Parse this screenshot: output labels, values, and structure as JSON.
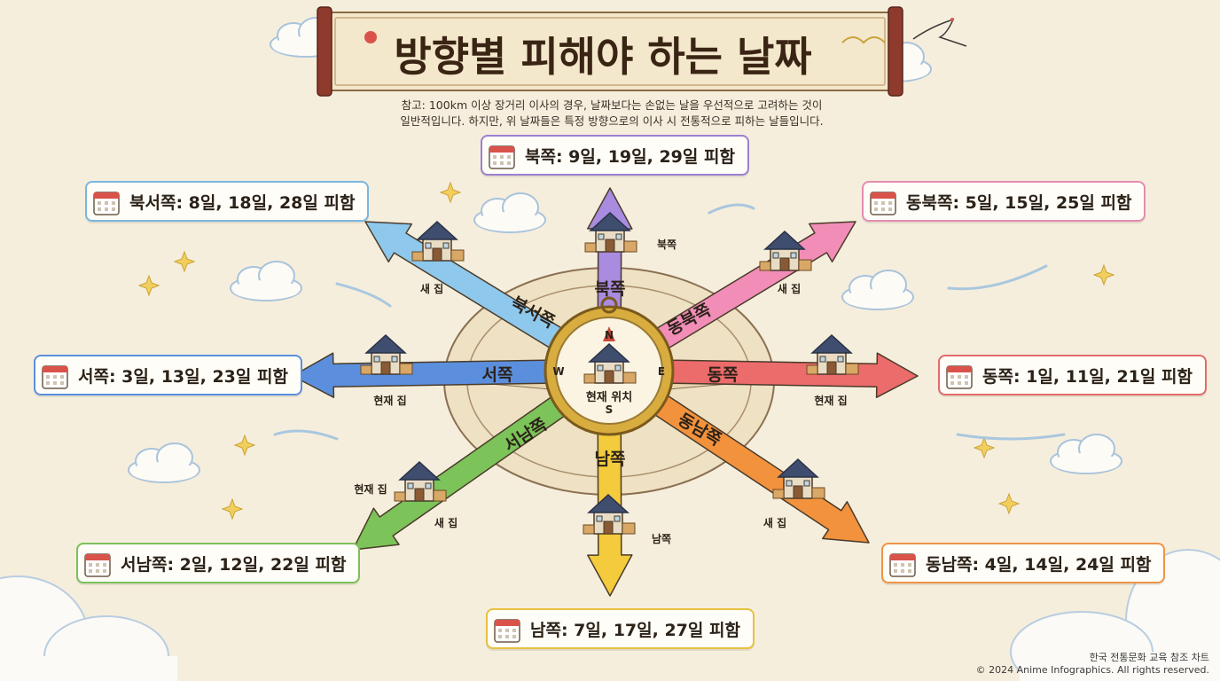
{
  "title": "방향별 피해야 하는 날짜",
  "note": {
    "line1": "참고: 100km 이상 장거리 이사의 경우, 날짜보다는 손없는 날을 우선적으로 고려하는 것이",
    "line2": "일반적입니다. 하지만, 위 날짜들은 특정 방향으로의 이사 시 전통적으로 피하는 날들입니다."
  },
  "compass": {
    "center_label": "현재 위치",
    "letters": {
      "n": "N",
      "e": "E",
      "w": "W",
      "s": "S"
    }
  },
  "directions": {
    "north": {
      "arrow_label": "북쪽",
      "house_label": "북쪽",
      "card": "북쪽: 9일, 19일, 29일 피함",
      "color": "#a98be0"
    },
    "northeast": {
      "arrow_label": "동북쪽",
      "house_label": "새 집",
      "card": "동북쪽: 5일, 15일, 25일 피함",
      "color": "#f28db8"
    },
    "east": {
      "arrow_label": "동쪽",
      "house_label": "현재 집",
      "card": "동쪽: 1일, 11일, 21일 피함",
      "color": "#ec6b6b"
    },
    "southeast": {
      "arrow_label": "동남쪽",
      "house_label": "새 집",
      "card": "동남쪽: 4일, 14일, 24일 피함",
      "color": "#f3923d"
    },
    "south": {
      "arrow_label": "남쪽",
      "house_label": "남쪽",
      "card": "남쪽: 7일, 17일, 27일 피함",
      "color": "#f3cb3c"
    },
    "southwest": {
      "arrow_label": "서남쪽",
      "house_label_a": "현재 집",
      "house_label_b": "새 집",
      "card": "서남쪽: 2일, 12일, 22일 피함",
      "color": "#7cc35a"
    },
    "west": {
      "arrow_label": "서쪽",
      "house_label": "현재 집",
      "card": "서쪽: 3일, 13일, 23일 피함",
      "color": "#5b8fdd"
    },
    "northwest": {
      "arrow_label": "북서쪽",
      "house_label": "새 집",
      "card": "북서쪽: 8일, 18일, 28일 피함",
      "color": "#8ec8ec"
    }
  },
  "footer": {
    "line1": "한국 전통문화 교육 참조 차트",
    "line2": "© 2024 Anime Infographics. All rights reserved."
  }
}
